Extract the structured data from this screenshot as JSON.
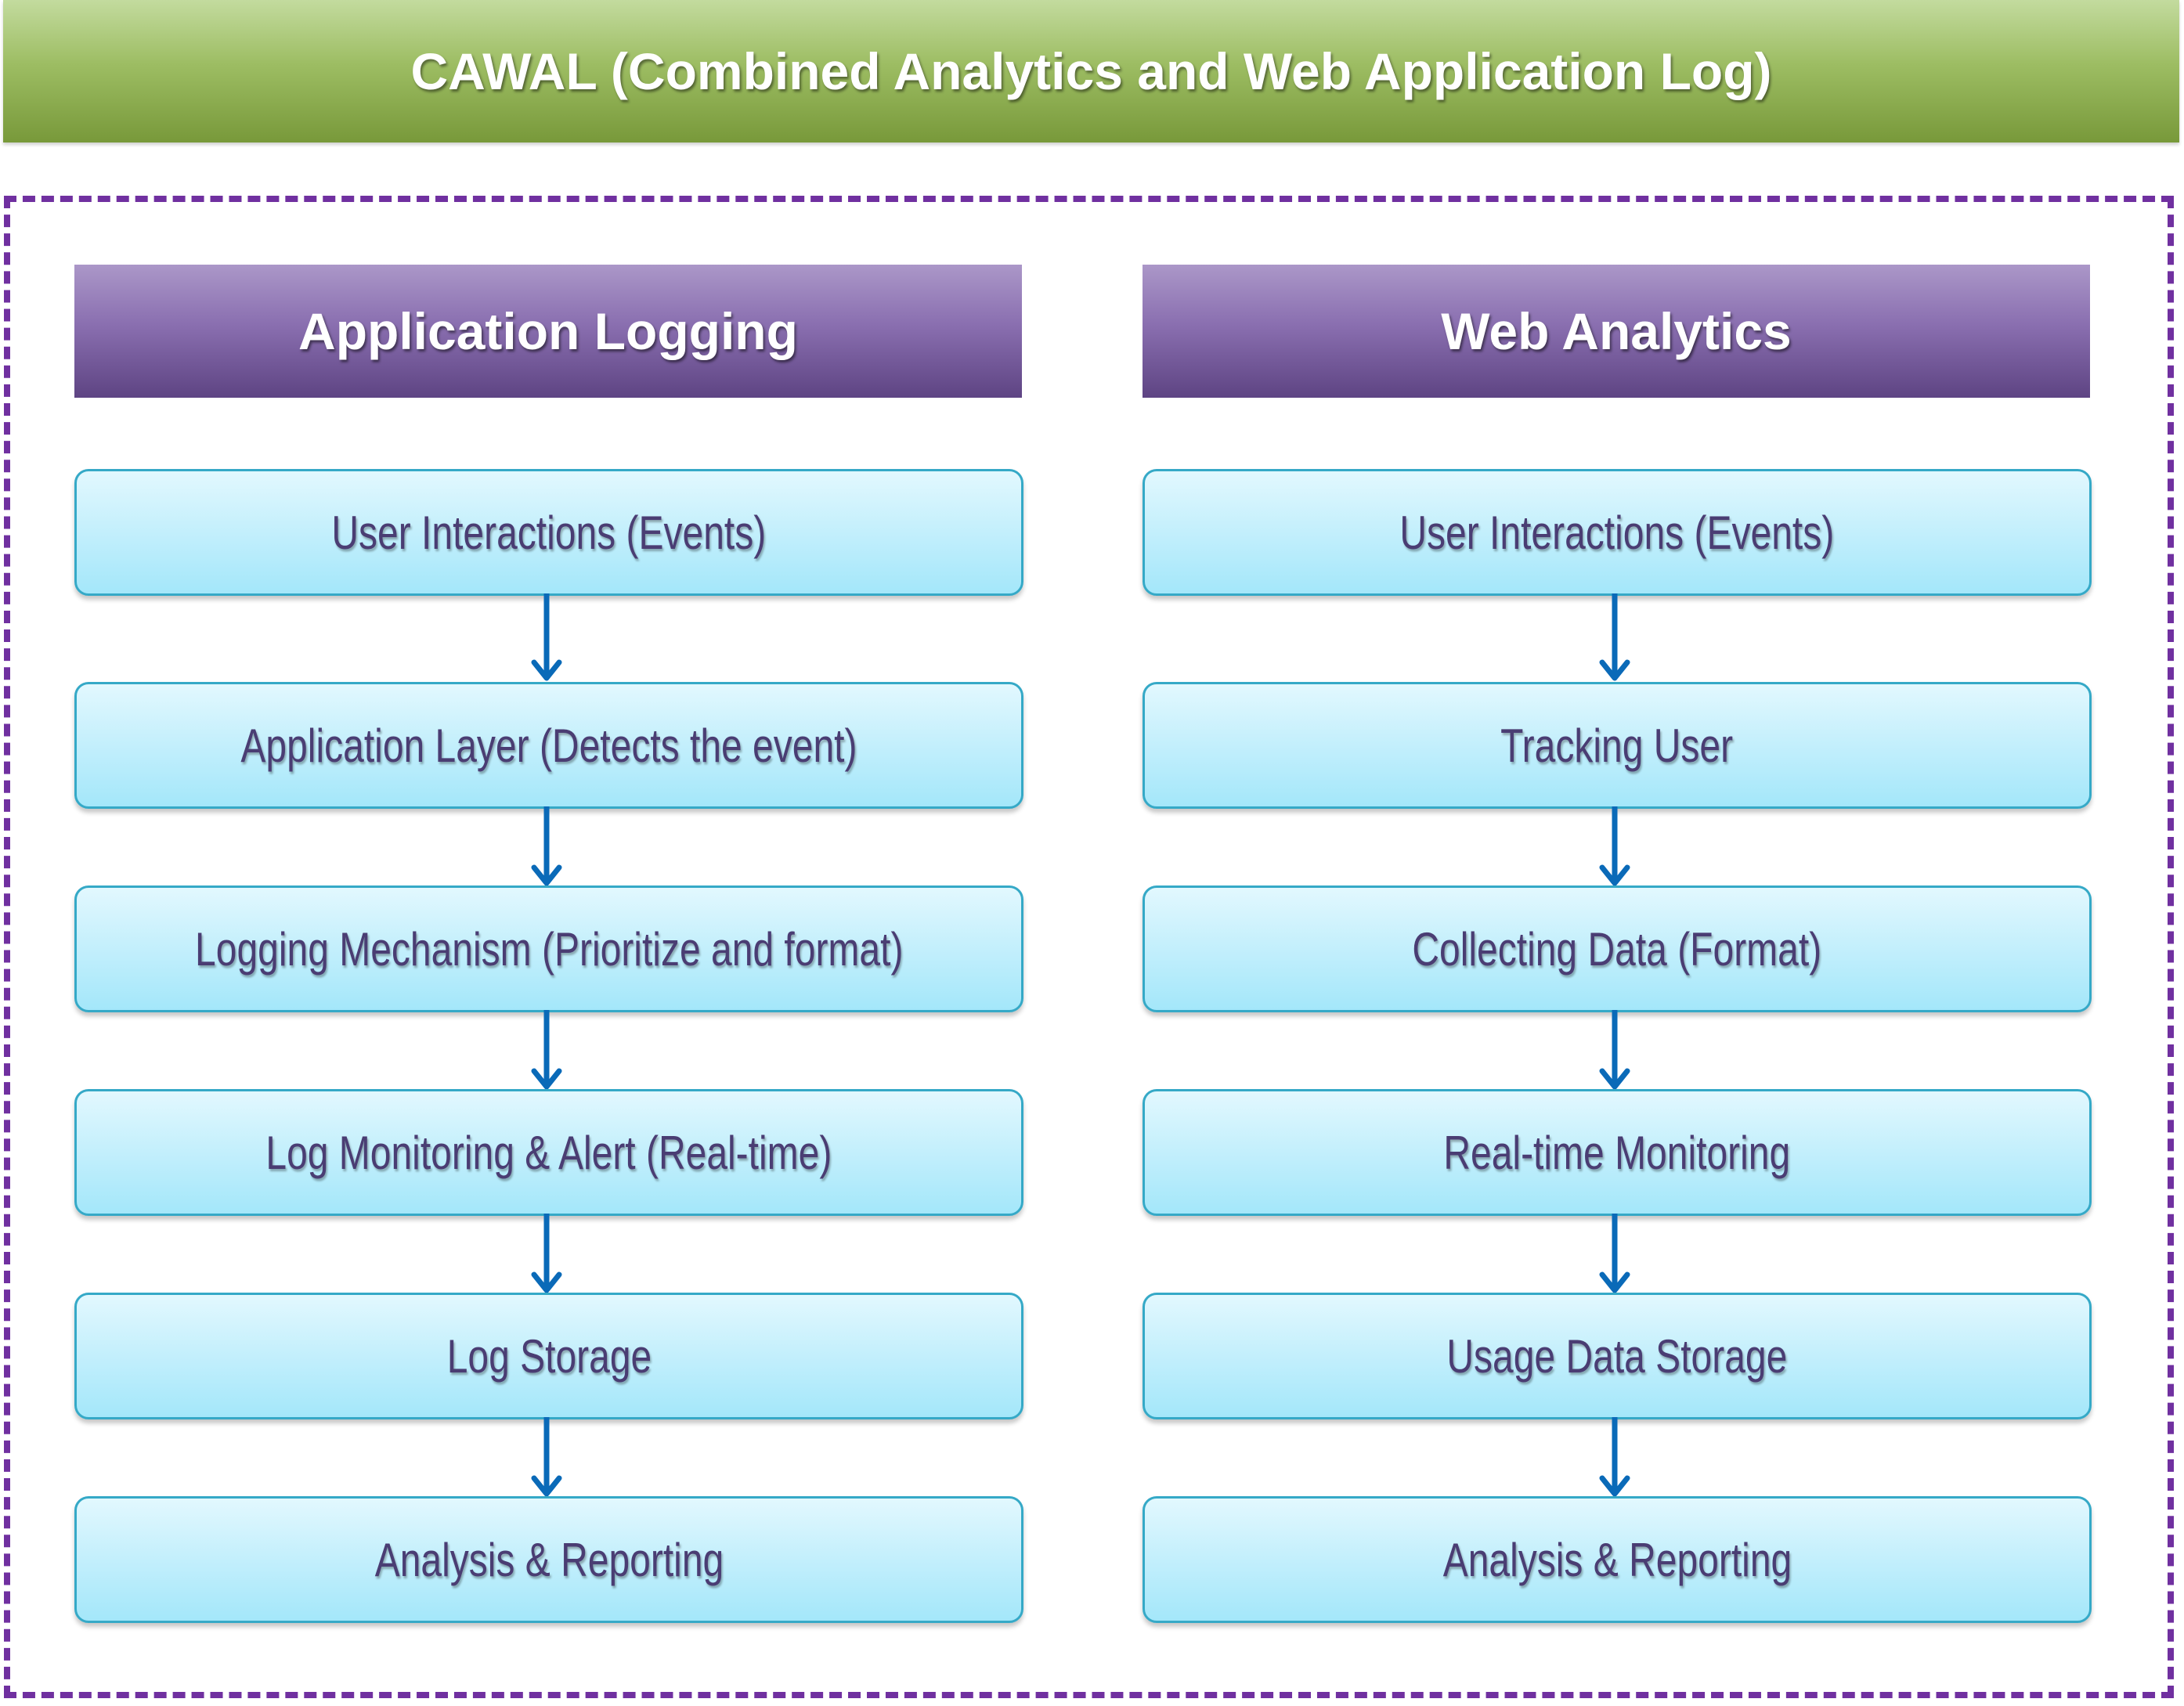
{
  "title": "CAWAL (Combined Analytics and Web Application Log)",
  "columns": [
    {
      "header": "Application Logging",
      "steps": [
        "User Interactions (Events)",
        "Application Layer (Detects the event)",
        "Logging Mechanism (Prioritize and format)",
        "Log Monitoring & Alert (Real-time)",
        "Log Storage",
        "Analysis & Reporting"
      ]
    },
    {
      "header": "Web Analytics",
      "steps": [
        "User Interactions (Events)",
        "Tracking User",
        "Collecting Data (Format)",
        "Real-time Monitoring",
        "Usage Data Storage",
        "Analysis & Reporting"
      ]
    }
  ],
  "colors": {
    "banner": "#9dbd63",
    "column_header": "#8a6fb0",
    "step_fill": "#c3effc",
    "step_border": "#35a9c7",
    "step_text": "#4a3d73",
    "arrow": "#0a6ab8",
    "frame_border": "#7030a0"
  }
}
